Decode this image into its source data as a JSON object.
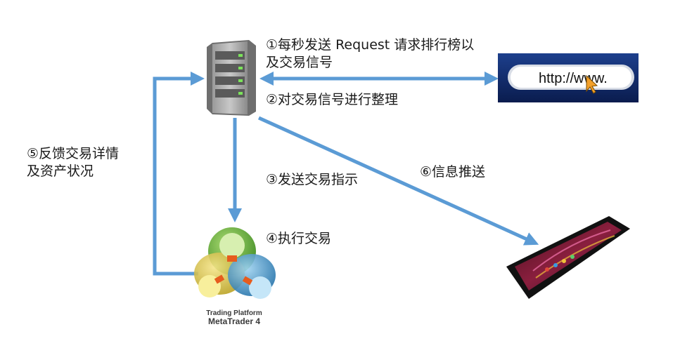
{
  "steps": {
    "step1": {
      "line1": "①每秒发送 Request 请求排行榜以",
      "line2": "及交易信号"
    },
    "step2": "②对交易信号进行整理",
    "step3": "③发送交易指示",
    "step4": "④执行交易",
    "step5": {
      "line1": "⑤反馈交易详情",
      "line2": "及资产状况"
    },
    "step6": "⑥信息推送"
  },
  "web": {
    "url_text": "http://www."
  },
  "platform": {
    "caption1": "Trading Platform",
    "caption2": "MetaTrader",
    "version": "4"
  },
  "icons": {
    "server": "server-icon",
    "web": "http-address-bar-icon",
    "platform": "metatrader-logo-icon",
    "phone": "smartphone-icon"
  },
  "colors": {
    "arrow": "#5b9bd5",
    "text": "#1a1a1a",
    "web_bg": "#0f2a6e"
  }
}
